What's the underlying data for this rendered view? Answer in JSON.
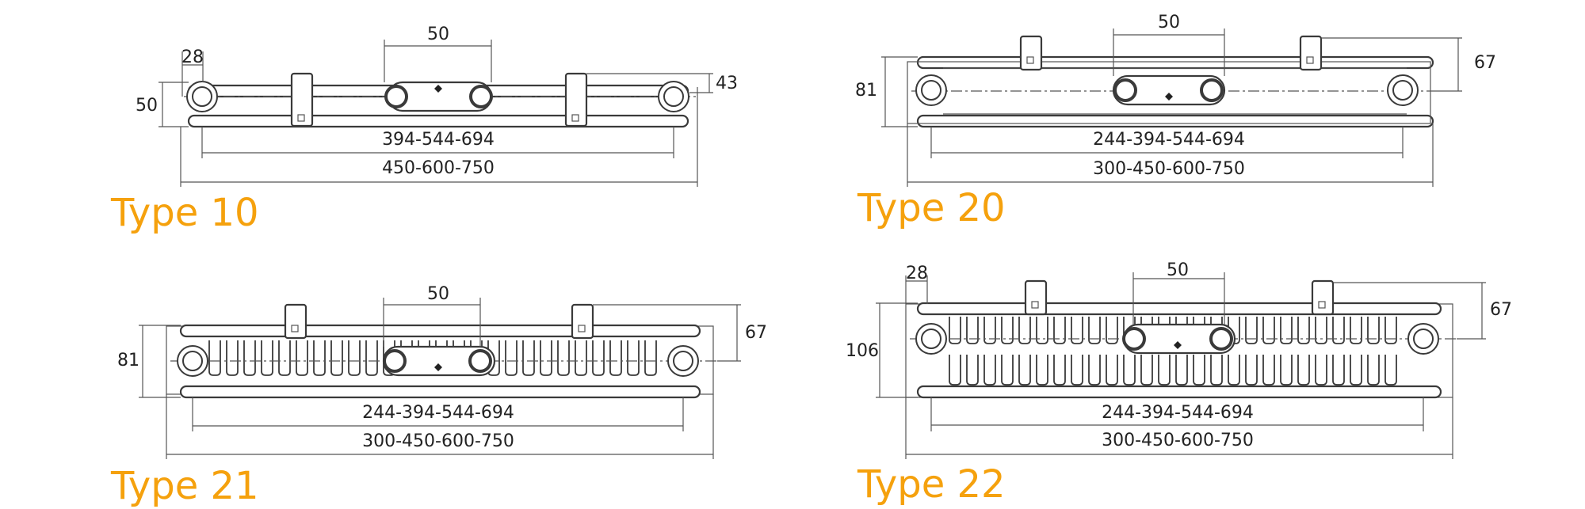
{
  "diagrams": {
    "type10": {
      "title": "Type 10",
      "dim_spacing": "50",
      "dim_offset": "28",
      "dim_height": "50",
      "dim_side": "43",
      "dim_inner": "394-544-694",
      "dim_outer": "450-600-750"
    },
    "type20": {
      "title": "Type 20",
      "dim_spacing": "50",
      "dim_height": "81",
      "dim_side": "67",
      "dim_inner": "244-394-544-694",
      "dim_outer": "300-450-600-750"
    },
    "type21": {
      "title": "Type 21",
      "dim_spacing": "50",
      "dim_height": "81",
      "dim_side": "67",
      "dim_inner": "244-394-544-694",
      "dim_outer": "300-450-600-750"
    },
    "type22": {
      "title": "Type 22",
      "dim_spacing": "50",
      "dim_offset": "28",
      "dim_height": "106",
      "dim_side": "67",
      "dim_inner": "244-394-544-694",
      "dim_outer": "300-450-600-750"
    }
  }
}
